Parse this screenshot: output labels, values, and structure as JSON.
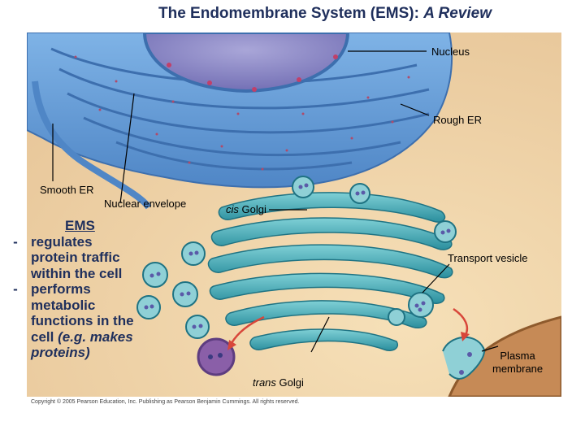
{
  "title": {
    "main": "The Endomembrane System (EMS):",
    "italic": "A Review"
  },
  "labels": {
    "nucleus": "Nucleus",
    "rough_er": "Rough ER",
    "smooth_er": "Smooth ER",
    "nuclear_envelope": "Nuclear envelope",
    "cis_golgi_italic": "cis",
    "cis_golgi_rest": "Golgi",
    "transport_vesicle": "Transport vesicle",
    "plasma_membrane_1": "Plasma",
    "plasma_membrane_2": "membrane",
    "trans_golgi_italic": "trans",
    "trans_golgi_rest": "Golgi"
  },
  "ems": {
    "heading": "EMS",
    "dash": "-",
    "item1": [
      "regulates",
      "protein traffic",
      "within the cell"
    ],
    "item2": [
      "performs",
      "metabolic",
      "functions in the",
      "cell"
    ],
    "item2_example": [
      "(e.g. makes",
      "proteins)"
    ]
  },
  "copyright": "Copyright © 2005 Pearson Education, Inc. Publishing as Pearson Benjamin Cummings. All rights reserved."
}
